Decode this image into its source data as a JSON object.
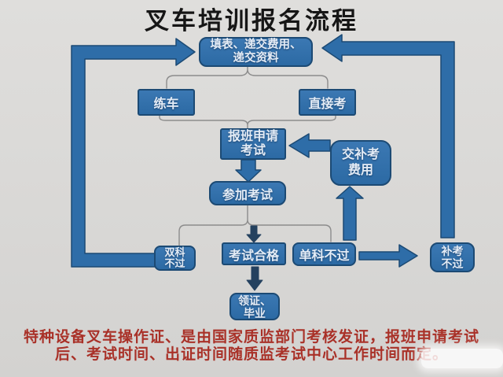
{
  "title": "叉车培训报名流程",
  "nodes": {
    "register": "填表、递交费用、\n递交资料",
    "practice": "练车",
    "direct_exam": "直接考",
    "apply_exam": "报班申请\n考试",
    "retake_fee": "交补考\n费用",
    "take_exam": "参加考试",
    "both_fail": "双科\n不过",
    "pass": "考试合格",
    "one_fail": "单科不过",
    "retake_fail": "补考\n不过",
    "graduate": "领证、\n毕业"
  },
  "note": {
    "line1": "特种设备叉车操作证、是由国家质监部门考核发证，报班申请考试",
    "line2": "后、考试时间、出证时间随质监考试中心工作时间而定。"
  },
  "colors": {
    "box_blue": "#2c6aa4",
    "box_blue_light": "#3b78b3",
    "box_border": "#1c4a74",
    "arrow_blue": "#2e6da8",
    "arrow_dark": "#24415f",
    "connector_gray": "#8c8c8c",
    "note_red": "#a93128",
    "background": "#d9d8d6"
  }
}
